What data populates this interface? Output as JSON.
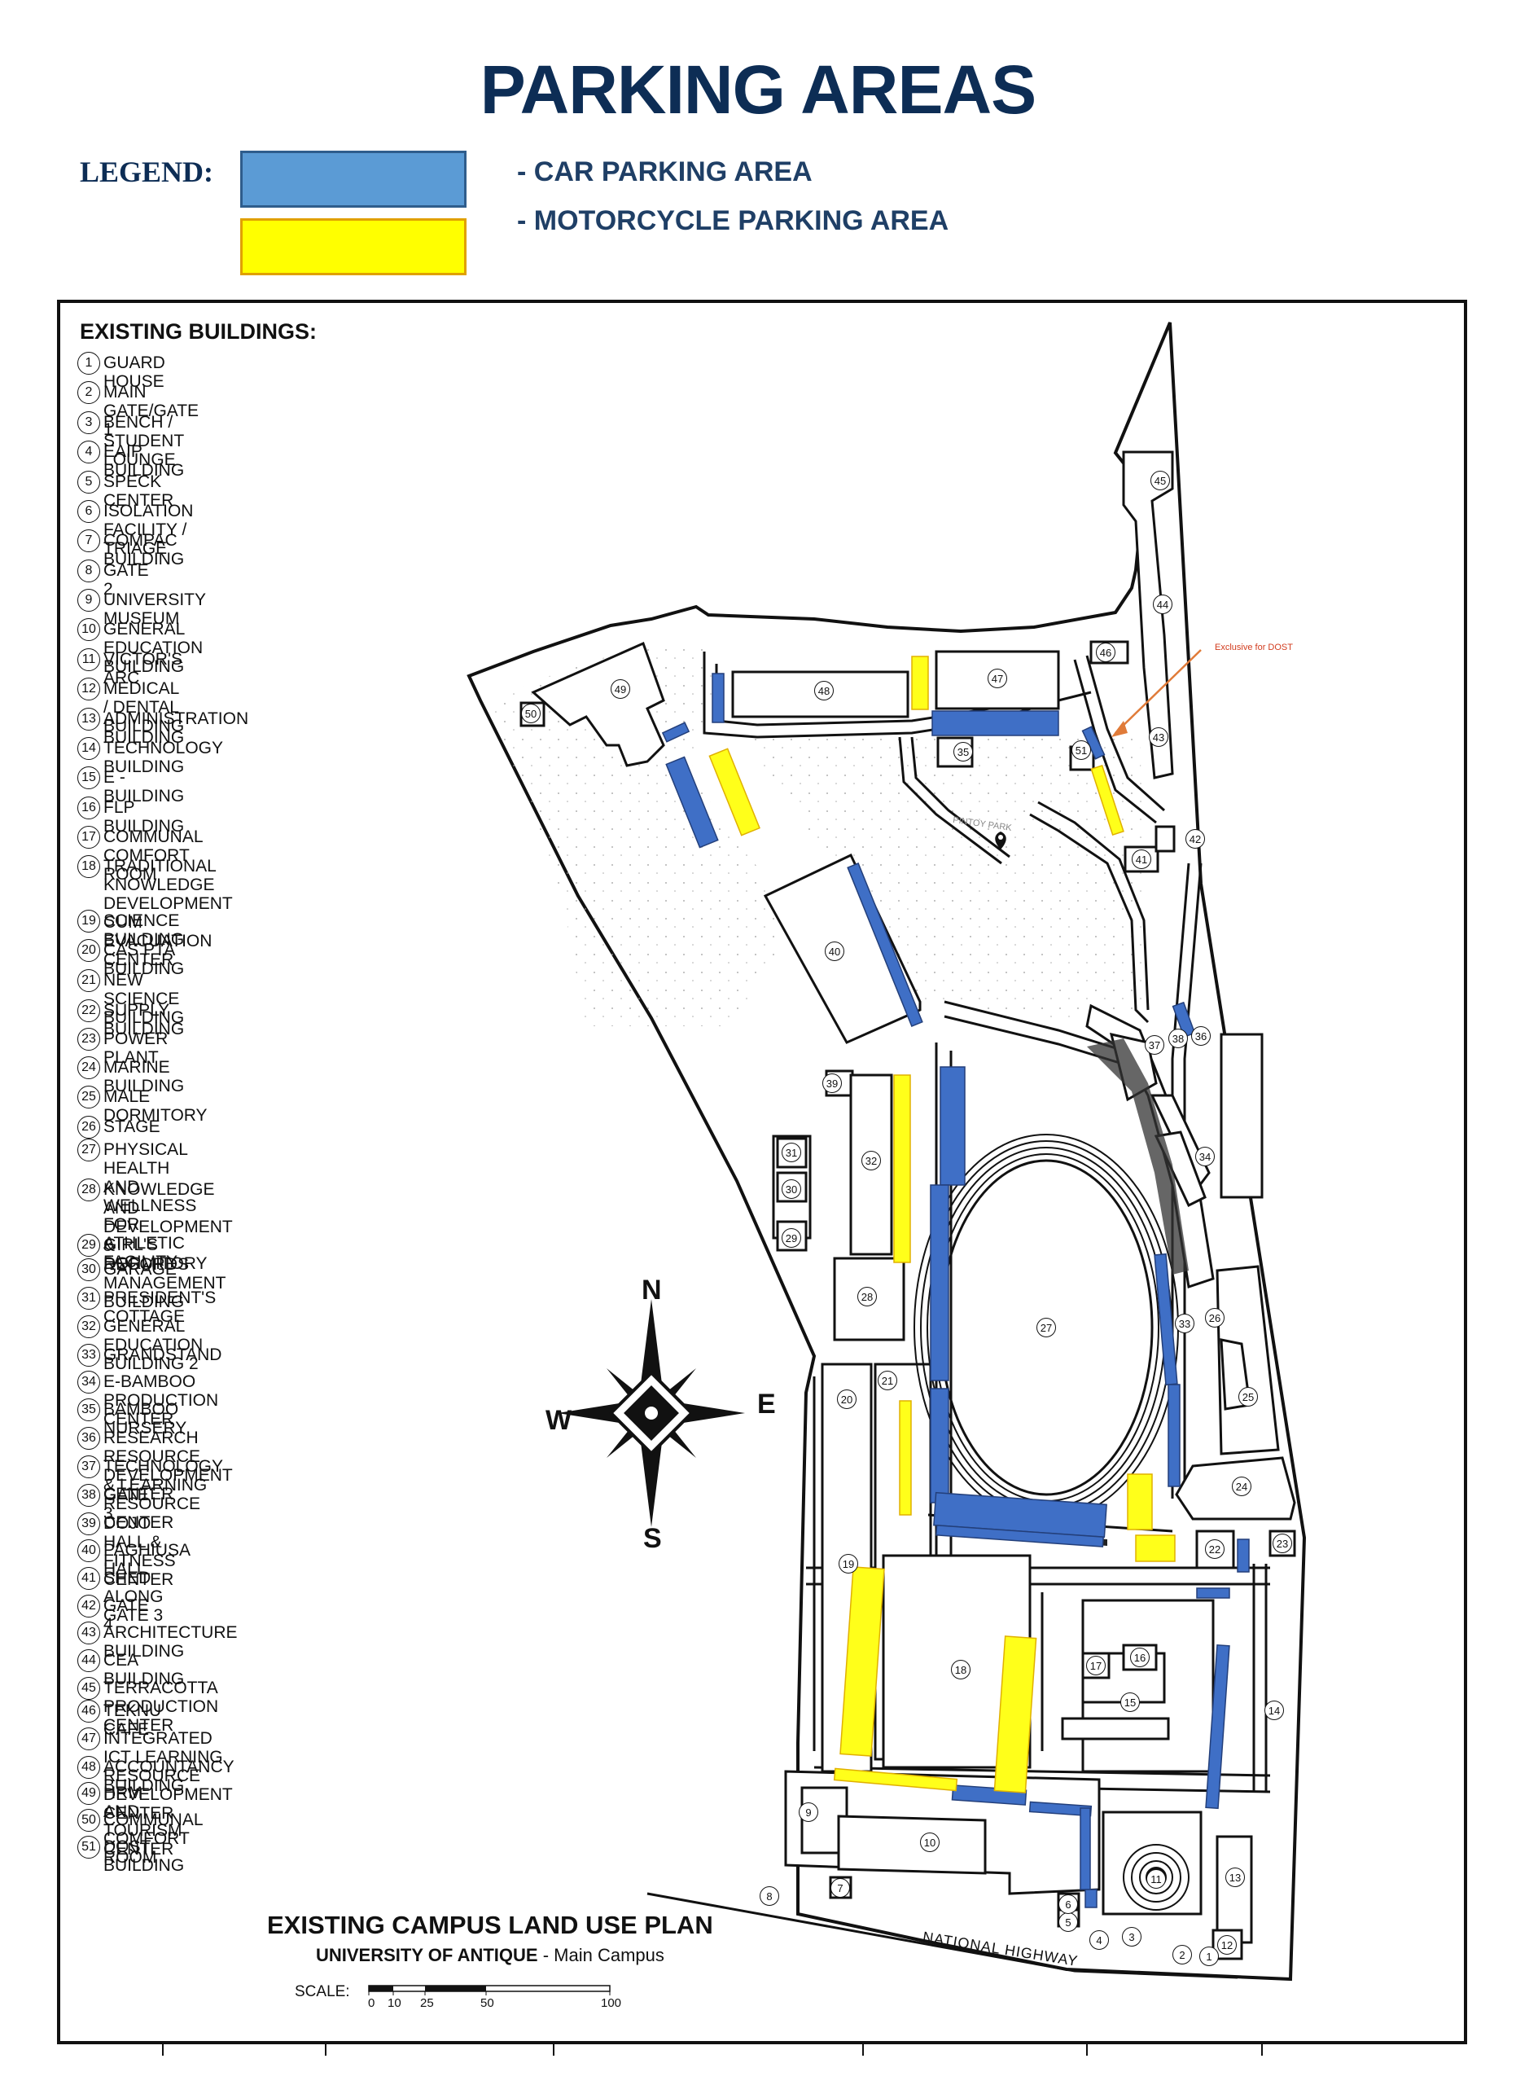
{
  "title": "PARKING AREAS",
  "legend": {
    "label": "LEGEND:",
    "items": [
      {
        "text": "- CAR PARKING AREA",
        "color": "#5b9bd5"
      },
      {
        "text": "- MOTORCYCLE PARKING AREA",
        "color": "#ffff00"
      }
    ]
  },
  "buildings_heading": "EXISTING BUILDINGS:",
  "buildings": [
    {
      "no": "1",
      "name": "GUARD HOUSE"
    },
    {
      "no": "2",
      "name": "MAIN GATE/GATE 1"
    },
    {
      "no": "3",
      "name": "BENCH / STUDENT LOUNGE"
    },
    {
      "no": "4",
      "name": "EAIP BUILDING"
    },
    {
      "no": "5",
      "name": "SPECK CENTER"
    },
    {
      "no": "6",
      "name": "ISOLATION FACILITY / TRIAGE"
    },
    {
      "no": "7",
      "name": "COMPAC BUILDING"
    },
    {
      "no": "8",
      "name": "GATE 2"
    },
    {
      "no": "9",
      "name": "UNIVERSITY MUSEUM"
    },
    {
      "no": "10",
      "name": "GENERAL EDUCATION BUILDING"
    },
    {
      "no": "11",
      "name": "VICTOR'S ARC"
    },
    {
      "no": "12",
      "name": "MEDICAL / DENTAL BUILDING"
    },
    {
      "no": "13",
      "name": "ADMINISTRATION BUILDING"
    },
    {
      "no": "14",
      "name": "TECHNOLOGY BUILDING"
    },
    {
      "no": "15",
      "name": "E - BUILDING"
    },
    {
      "no": "16",
      "name": "FLP BUILDING"
    },
    {
      "no": "17",
      "name": "COMMUNAL COMFORT ROOM"
    },
    {
      "no": "18",
      "name": "TRADITIONAL KNOWLEDGE\nDEVELOPMENT CUM\nEVACUATION CENTER"
    },
    {
      "no": "19",
      "name": "SCIENCE BUILDING"
    },
    {
      "no": "20",
      "name": "CAS PTA BUILDING"
    },
    {
      "no": "21",
      "name": "NEW SCIENCE BUILDING"
    },
    {
      "no": "22",
      "name": "SUPPLY BUILDING"
    },
    {
      "no": "23",
      "name": "POWER PLANT"
    },
    {
      "no": "24",
      "name": "MARINE BUILDING"
    },
    {
      "no": "25",
      "name": "MALE DORMITORY"
    },
    {
      "no": "26",
      "name": "STAGE"
    },
    {
      "no": "27",
      "name": "PHYSICAL HEALTH AND WELLNESS\nFOR ATHLETIC FACILITY"
    },
    {
      "no": "28",
      "name": "KNOWLEDGE AND DEVELOPMENT &\nRECORDS MANAGEMENT BUILDING"
    },
    {
      "no": "29",
      "name": "GIRL'S DORMITORY"
    },
    {
      "no": "30",
      "name": "GARAGE"
    },
    {
      "no": "31",
      "name": "PRESIDENT'S COTTAGE"
    },
    {
      "no": "32",
      "name": "GENERAL EDUCATION BUILDING 2"
    },
    {
      "no": "33",
      "name": "GRANDSTAND"
    },
    {
      "no": "34",
      "name": "E-BAMBOO PRODUCTION CENTER"
    },
    {
      "no": "35",
      "name": "BAMBOO NURSERY"
    },
    {
      "no": "36",
      "name": "RESEARCH RESOURCE DEVELOPMENT CENTER"
    },
    {
      "no": "37",
      "name": "TECHNOLOGY & LEARNING RESOURCE CENTER"
    },
    {
      "no": "38",
      "name": "GATE 3"
    },
    {
      "no": "39",
      "name": "DOJO HALL & FITNESS CENTER"
    },
    {
      "no": "40",
      "name": "PAGHIUSA HALL"
    },
    {
      "no": "41",
      "name": "SHED ALONG GATE 3"
    },
    {
      "no": "42",
      "name": "GATE 4"
    },
    {
      "no": "43",
      "name": "ARCHITECTURE BUILDING"
    },
    {
      "no": "44",
      "name": "CEA BUILDING"
    },
    {
      "no": "45",
      "name": "TERRACOTTA PRODUCTION CENTER"
    },
    {
      "no": "46",
      "name": "TEKNU CAFE"
    },
    {
      "no": "47",
      "name": "INTEGRATED ICT LEARNING RESOURCE DEVELOPMENT CENTER"
    },
    {
      "no": "48",
      "name": "ACCOUNTANCY BUILDING"
    },
    {
      "no": "49",
      "name": "HRM AND TOURISM CENTER"
    },
    {
      "no": "50",
      "name": "COMMUNAL COMFORT ROOM"
    },
    {
      "no": "51",
      "name": "DOST BUILDING"
    }
  ],
  "plan_title": "EXISTING CAMPUS LAND USE PLAN",
  "plan_subtitle_bold": "UNIVERSITY OF ANTIQUE",
  "plan_subtitle_rest": " - Main Campus",
  "scale": {
    "label": "SCALE:",
    "ticks": [
      "0",
      "10",
      "25",
      "50",
      "100"
    ]
  },
  "compass": {
    "n": "N",
    "s": "S",
    "e": "E",
    "w": "W"
  },
  "road_label": "NATIONAL HIGHWAY",
  "dost_note": "Exclusive for DOST",
  "park_label": "PINTOY PARK",
  "colors": {
    "car": "#3f6fc6",
    "moto": "#ffff1a",
    "title": "#0d2d55"
  }
}
